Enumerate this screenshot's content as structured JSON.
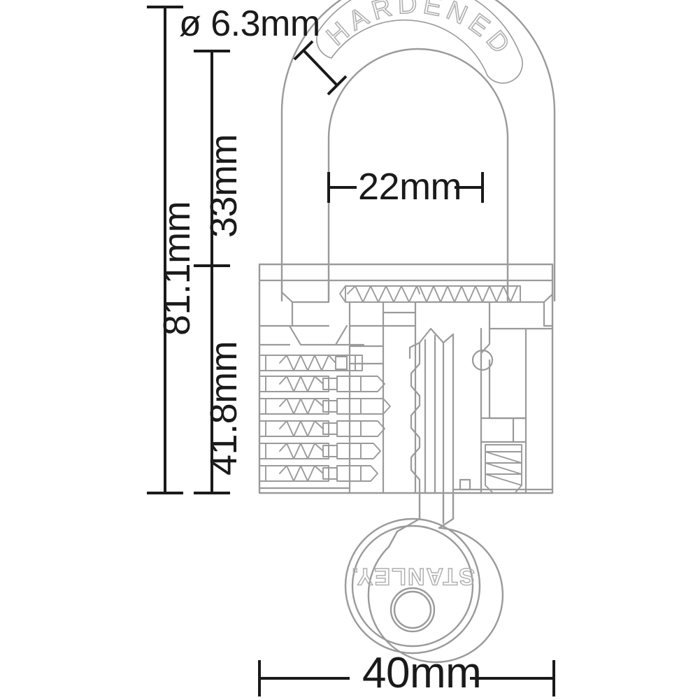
{
  "drawing": {
    "title": "Padlock cross-section technical drawing",
    "brand": "STANLEY.",
    "shackle_stamp": "HARDENED",
    "line_color": "#9a9a9a",
    "dimension_color": "#1a1a1a",
    "background_color": "#ffffff"
  },
  "dimensions": {
    "shackle_diameter": "ø 6.3mm",
    "total_height": "81.1mm",
    "shackle_clearance_height": "33mm",
    "body_height": "41.8mm",
    "shackle_inner_width": "22mm",
    "body_width": "40mm"
  },
  "labels": {
    "hardened": "HARDENED",
    "stanley": "STANLEY."
  },
  "components": [
    "shackle",
    "hardened-stamp",
    "lock-body",
    "pin-tumbler-stack",
    "driver-springs",
    "key-blade",
    "key-bow",
    "keyring-hole",
    "locking-bolt",
    "bolt-spring",
    "retaining-screw",
    "body-spring"
  ]
}
